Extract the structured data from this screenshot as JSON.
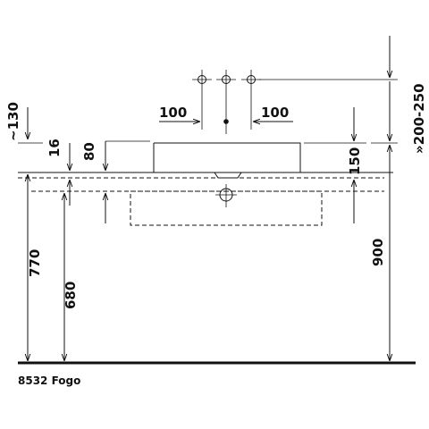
{
  "caption": "8532 Fogo",
  "dimensions": {
    "approx_130": "~130",
    "d16": "16",
    "d80": "80",
    "d100_left": "100",
    "d100_right": "100",
    "d150": "150",
    "range_200_250": "»200-250",
    "d770": "770",
    "d680": "680",
    "d900": "900"
  }
}
